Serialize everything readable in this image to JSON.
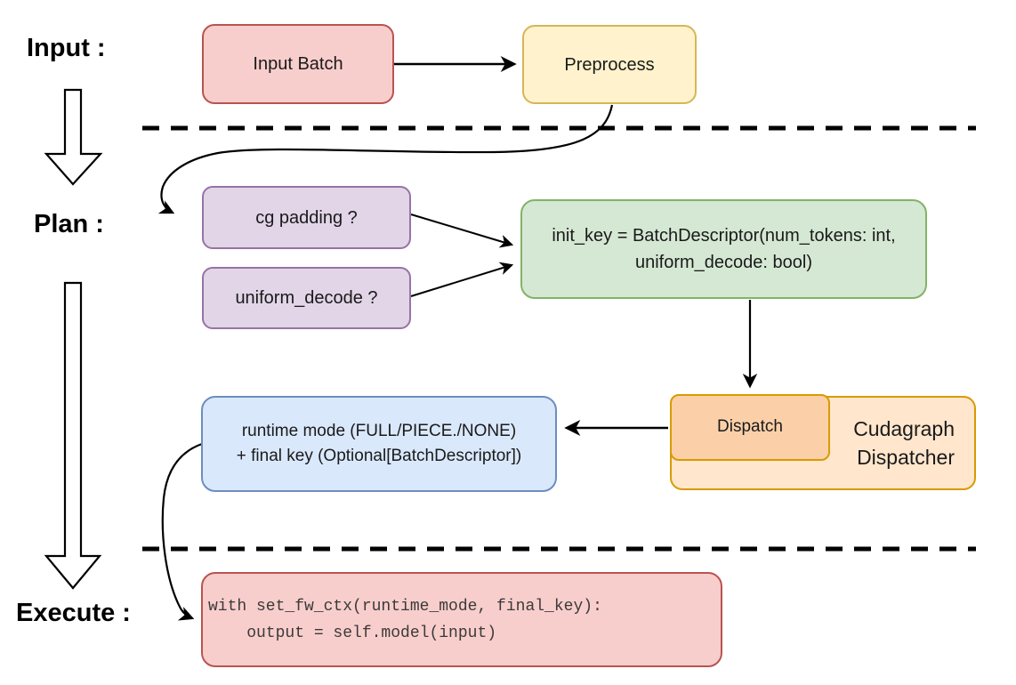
{
  "stages": {
    "input_label": "Input :",
    "plan_label": "Plan :",
    "execute_label": "Execute :"
  },
  "boxes": {
    "input_batch": {
      "text": "Input Batch",
      "fill": "#f8cecc",
      "border": "#b85450"
    },
    "preprocess": {
      "text": "Preprocess",
      "fill": "#fff2cc",
      "border": "#d6b656"
    },
    "cg_padding": {
      "text": "cg padding ?",
      "fill": "#e1d5e7",
      "border": "#9673a6"
    },
    "uniform_decode": {
      "text": "uniform_decode ?",
      "fill": "#e1d5e7",
      "border": "#9673a6"
    },
    "init_key": {
      "line1": "init_key = BatchDescriptor(num_tokens: int,",
      "line2": "uniform_decode: bool)",
      "fill": "#d5e8d4",
      "border": "#82b366"
    },
    "dispatch": {
      "text": "Dispatch",
      "fill": "#fbd0a9",
      "border": "#d79b00"
    },
    "cudagraph_dispatcher": {
      "line1": "Cudagraph",
      "line2": "Dispatcher",
      "fill": "#ffe6cc",
      "border": "#d79b00"
    },
    "runtime_mode": {
      "line1": "runtime mode (FULL/PIECE./NONE)",
      "line2": "+ final key (Optional[BatchDescriptor])",
      "fill": "#dae8fc",
      "border": "#6c8ebf"
    },
    "execute_code": {
      "line1": "with set_fw_ctx(runtime_mode, final_key):",
      "line2": "    output = self.model(input)",
      "fill": "#f8cecc",
      "border": "#b85450"
    }
  },
  "connector_color": "#000000"
}
